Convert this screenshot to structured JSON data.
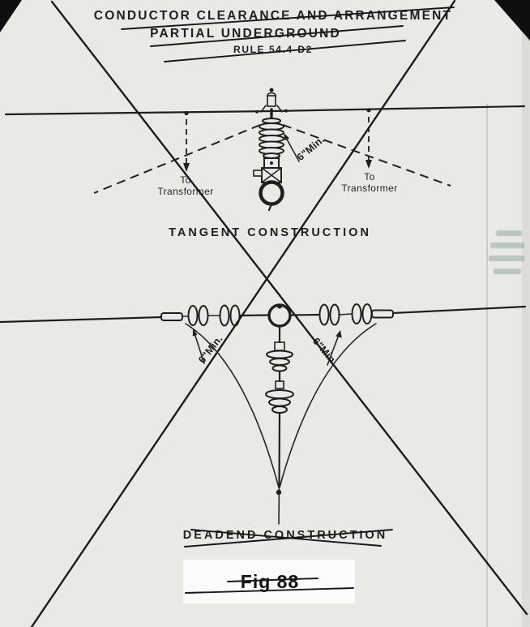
{
  "document": {
    "title_line1": "CONDUCTOR CLEARANCE AND ARRANGEMENT",
    "title_line2": "PARTIAL UNDERGROUND",
    "rule_number": "RULE 54.4-D2"
  },
  "tangent_section": {
    "caption": "TANGENT CONSTRUCTION",
    "clearance_label": "6\"Min.",
    "left_tap": {
      "line1": "To",
      "line2": "Transformer"
    },
    "right_tap": {
      "line1": "To",
      "line2": "Transformer"
    }
  },
  "deadend_section": {
    "caption": "DEADEND CONSTRUCTION",
    "clearance_label_left": "6\"Min.",
    "clearance_label_right": "6\"Min."
  },
  "figure": {
    "caption": "Fig 88"
  },
  "annotations": {
    "crossed_out": true
  },
  "colors": {
    "paper": "#e9e9e6",
    "ink": "#1f1f1f"
  }
}
